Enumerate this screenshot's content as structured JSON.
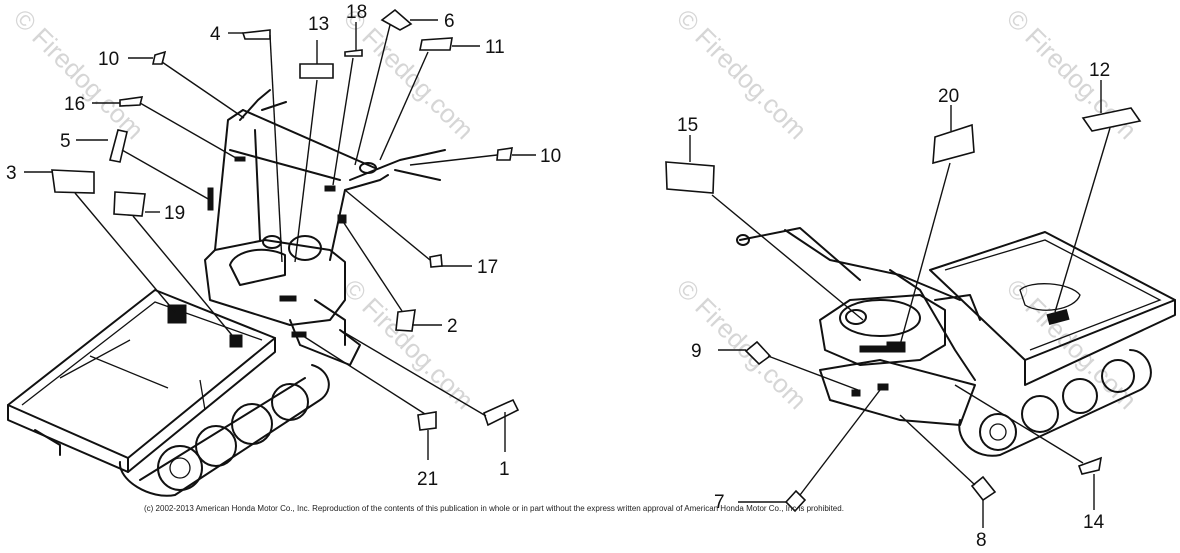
{
  "watermark": {
    "text": "© Firedog.com",
    "glyph": "©",
    "word": "Firedog.com"
  },
  "copyright_notice": "(c) 2002-2013 American Honda Motor Co., Inc. Reproduction of the contents of this publication in whole or in part without the express written approval of American Honda Motor Co., Inc is prohibited.",
  "left_diagram": {
    "callouts": [
      "4",
      "13",
      "18",
      "6",
      "11",
      "10",
      "16",
      "5",
      "3",
      "19",
      "10",
      "17",
      "2",
      "21",
      "1"
    ]
  },
  "right_diagram": {
    "callouts": [
      "15",
      "20",
      "12",
      "9",
      "7",
      "8",
      "14"
    ]
  }
}
